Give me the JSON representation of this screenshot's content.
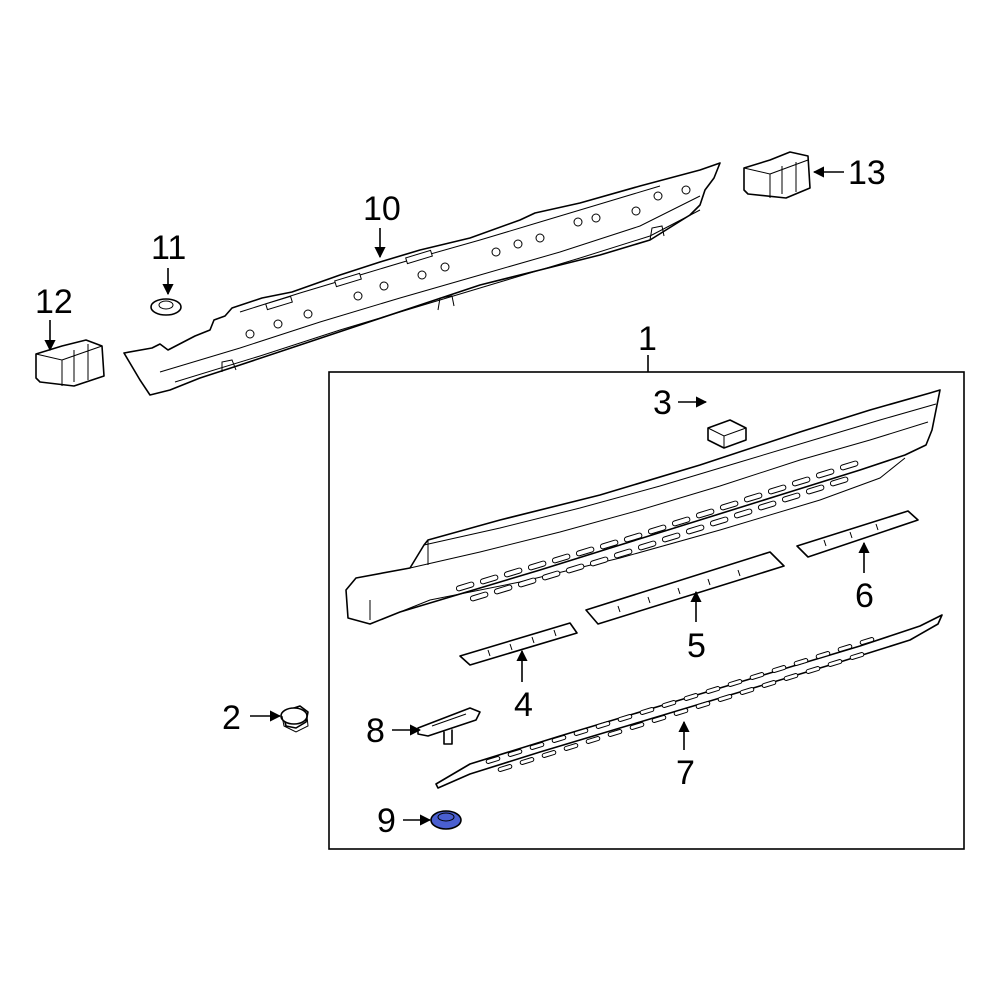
{
  "callouts": {
    "c1": "1",
    "c2": "2",
    "c3": "3",
    "c4": "4",
    "c5": "5",
    "c6": "6",
    "c7": "7",
    "c8": "8",
    "c9": "9",
    "c10": "10",
    "c11": "11",
    "c12": "12",
    "c13": "13"
  },
  "colors": {
    "highlighted_part": "#4a5fd0",
    "line": "#000000",
    "background": "#ffffff"
  },
  "highlighted_part": "9"
}
